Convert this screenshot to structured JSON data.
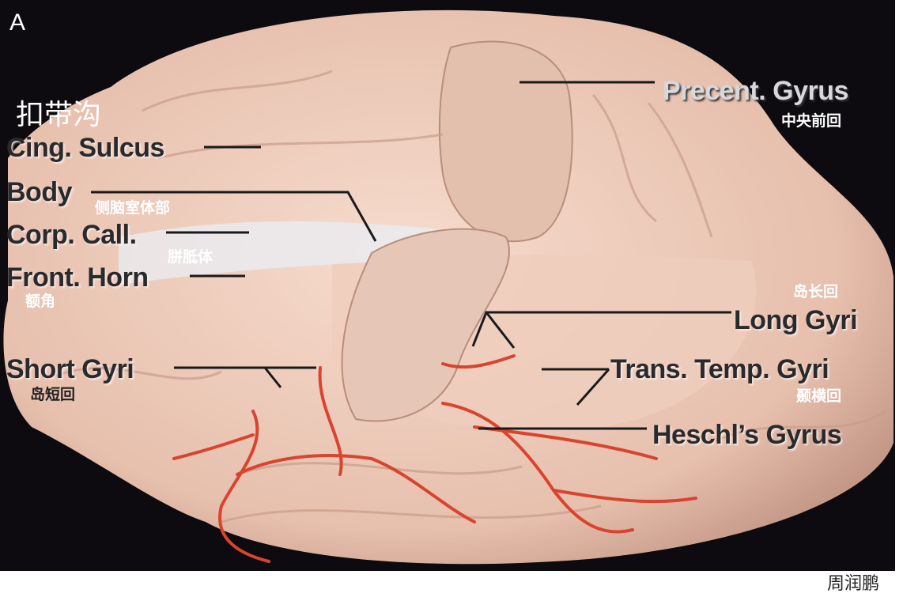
{
  "panel_letter": "A",
  "labels": {
    "cing_sulcus_cn": "扣带沟",
    "cing_sulcus": "Cing. Sulcus",
    "body": "Body",
    "body_cn": "侧脑室体部",
    "corp_call": "Corp. Call.",
    "corp_call_cn": "胼胝体",
    "front_horn": "Front. Horn",
    "front_horn_cn": "额角",
    "short_gyri": "Short Gyri",
    "short_gyri_cn": "岛短回",
    "precent_gyrus": "Precent. Gyrus",
    "precent_gyrus_cn": "中央前回",
    "long_gyri_cn": "岛长回",
    "long_gyri": "Long Gyri",
    "trans_temp_gyri": "Trans. Temp. Gyri",
    "trans_temp_gyri_cn": "颞横回",
    "heschls_gyrus": "Heschl’s Gyrus"
  },
  "signature": "周润鹏",
  "colors": {
    "tissue": "#e9c4b4",
    "vessel": "#d9442f",
    "background": "#0d0b0f"
  }
}
